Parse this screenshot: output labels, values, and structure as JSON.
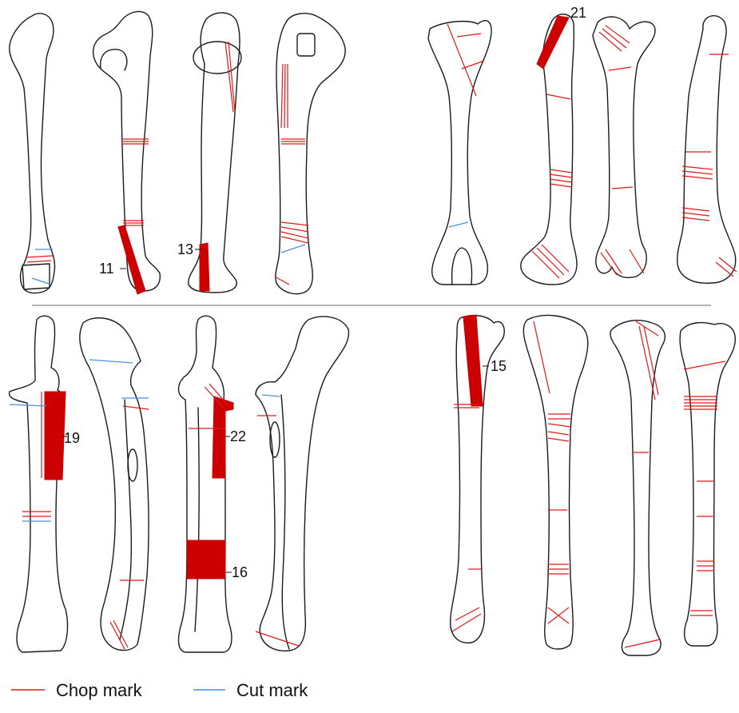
{
  "specimen_labels": {
    "l11": "11",
    "l13": "13",
    "l21": "21",
    "l19": "19",
    "l22": "22",
    "l16": "16",
    "l15": "15"
  },
  "legend": {
    "chop_label": "Chop mark",
    "cut_label": "Cut mark"
  },
  "colors": {
    "chop": "#e01818",
    "cut": "#4a90d9",
    "bone_outline": "#1a1a1a",
    "divider": "#888888"
  }
}
